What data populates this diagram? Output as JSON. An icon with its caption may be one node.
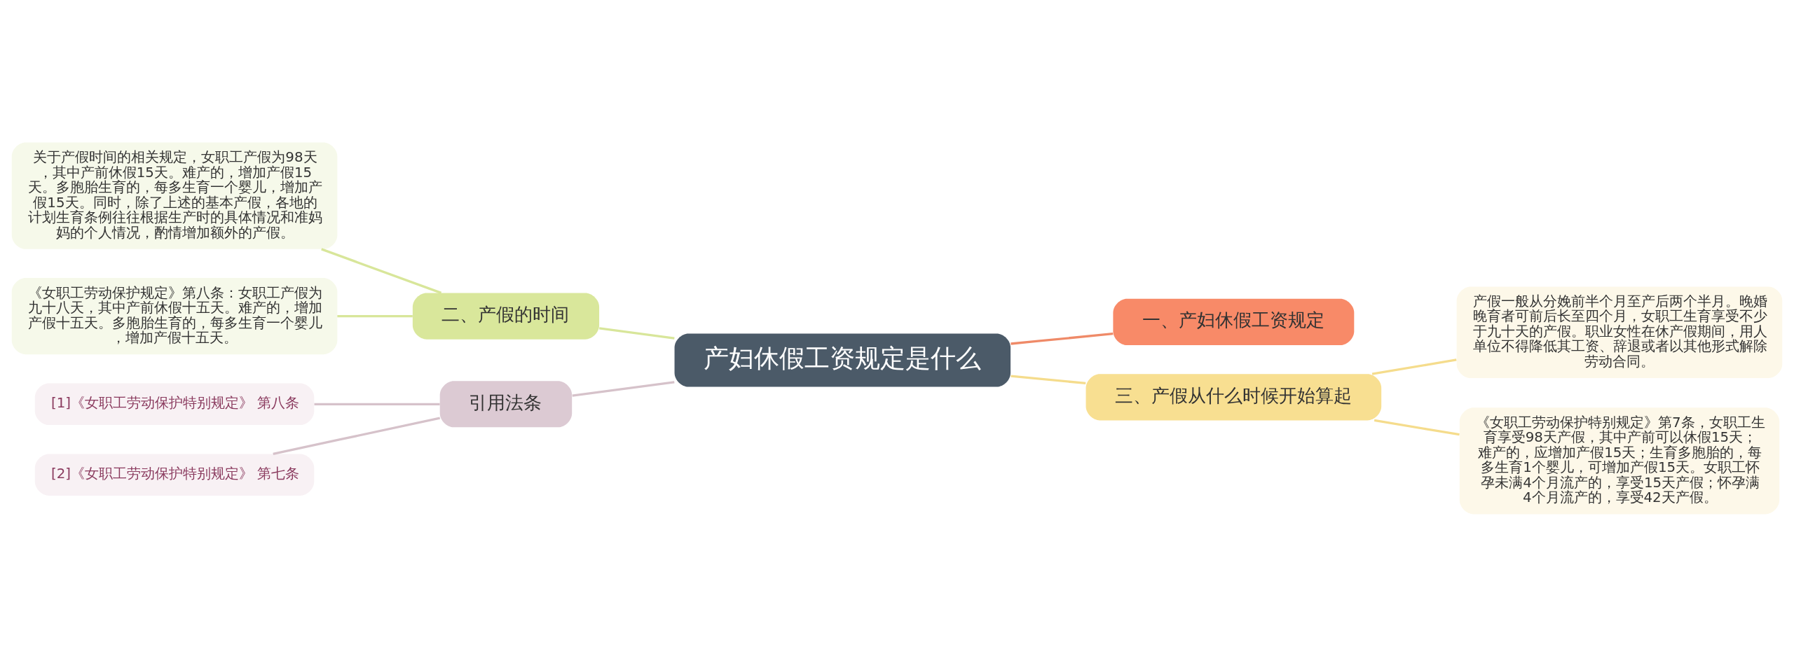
{
  "diagram": {
    "nodes": [
      {
        "text": [
          "产妇休假工资规定是什么"
        ]
      },
      {
        "text": [
          "一、产妇休假工资规定"
        ]
      },
      {
        "text": [
          "二、产假的时间"
        ]
      },
      {
        "text": [
          "关于产假时间的相关规定，女职工产假为98天，其中产前休假15天。难产的，增加产假15天。多胞胎生育的，每多生育一个婴儿，增加产假15天。同时，除了上述的基本产假，各地的计划生育条例往往根据生产时的具体情况和准妈妈的个人情况，酌情增加额外的产假。"
        ]
      },
      {
        "text": [
          "《女职工劳动保护规定》第八条：女职工产假为九十八天，其中产前休假十五天。难产的，增加产假十五天。多胞胎生育的，每多生育一个婴儿，增加产假十五天。"
        ]
      },
      {
        "text": [
          "三、产假从什么时候开始算起"
        ]
      },
      {
        "text": [
          "产假一般从分娩前半个月至产后两个半月。晚婚晚育者可前后长至四个月，女职工生育享受不少于九十天的产假。职业女性在休产假期间，用人单位不得降低其工资、辞退或者以其他形式解除劳动合同。"
        ]
      },
      {
        "text": [
          "《女职工劳动保护特别规定》第7条，女职工生育享受98天产假，其中产前可以休假15天；难产的，应增加产假15天；生育多胞胎的，每多生育1个婴儿，可增加产假15天。女职工怀孕未满4个月流产的，享受15天产假；怀孕满4个月流产的，享受42天产假。"
        ]
      },
      {
        "text": [
          "引用法条"
        ]
      },
      {
        "text": [
          "[1]《女职工劳动保护特别规定》 第八条"
        ]
      },
      {
        "text": [
          "[2]《女职工劳动保护特别规定》 第七条"
        ]
      }
    ],
    "edges": [
      {
        "from": 0,
        "to": 1,
        "arrow": "none",
        "color": "#ef8a68"
      },
      {
        "from": 2,
        "to": 0,
        "arrow": "none",
        "color": "#d8e69a"
      },
      {
        "from": 3,
        "to": 2,
        "arrow": "none",
        "color": "#d8e69a"
      },
      {
        "from": 4,
        "to": 2,
        "arrow": "none",
        "color": "#d8e69a"
      },
      {
        "from": 0,
        "to": 5,
        "arrow": "none",
        "color": "#f5dc8c"
      },
      {
        "from": 5,
        "to": 6,
        "arrow": "none",
        "color": "#f5dc8c"
      },
      {
        "from": 5,
        "to": 7,
        "arrow": "none",
        "color": "#f5dc8c"
      },
      {
        "from": 8,
        "to": 0,
        "arrow": "none",
        "color": "#d6c2ca"
      },
      {
        "from": 9,
        "to": 8,
        "arrow": "none",
        "color": "#d6c2ca"
      },
      {
        "from": 10,
        "to": 8,
        "arrow": "none",
        "color": "#d6c2ca"
      }
    ]
  }
}
